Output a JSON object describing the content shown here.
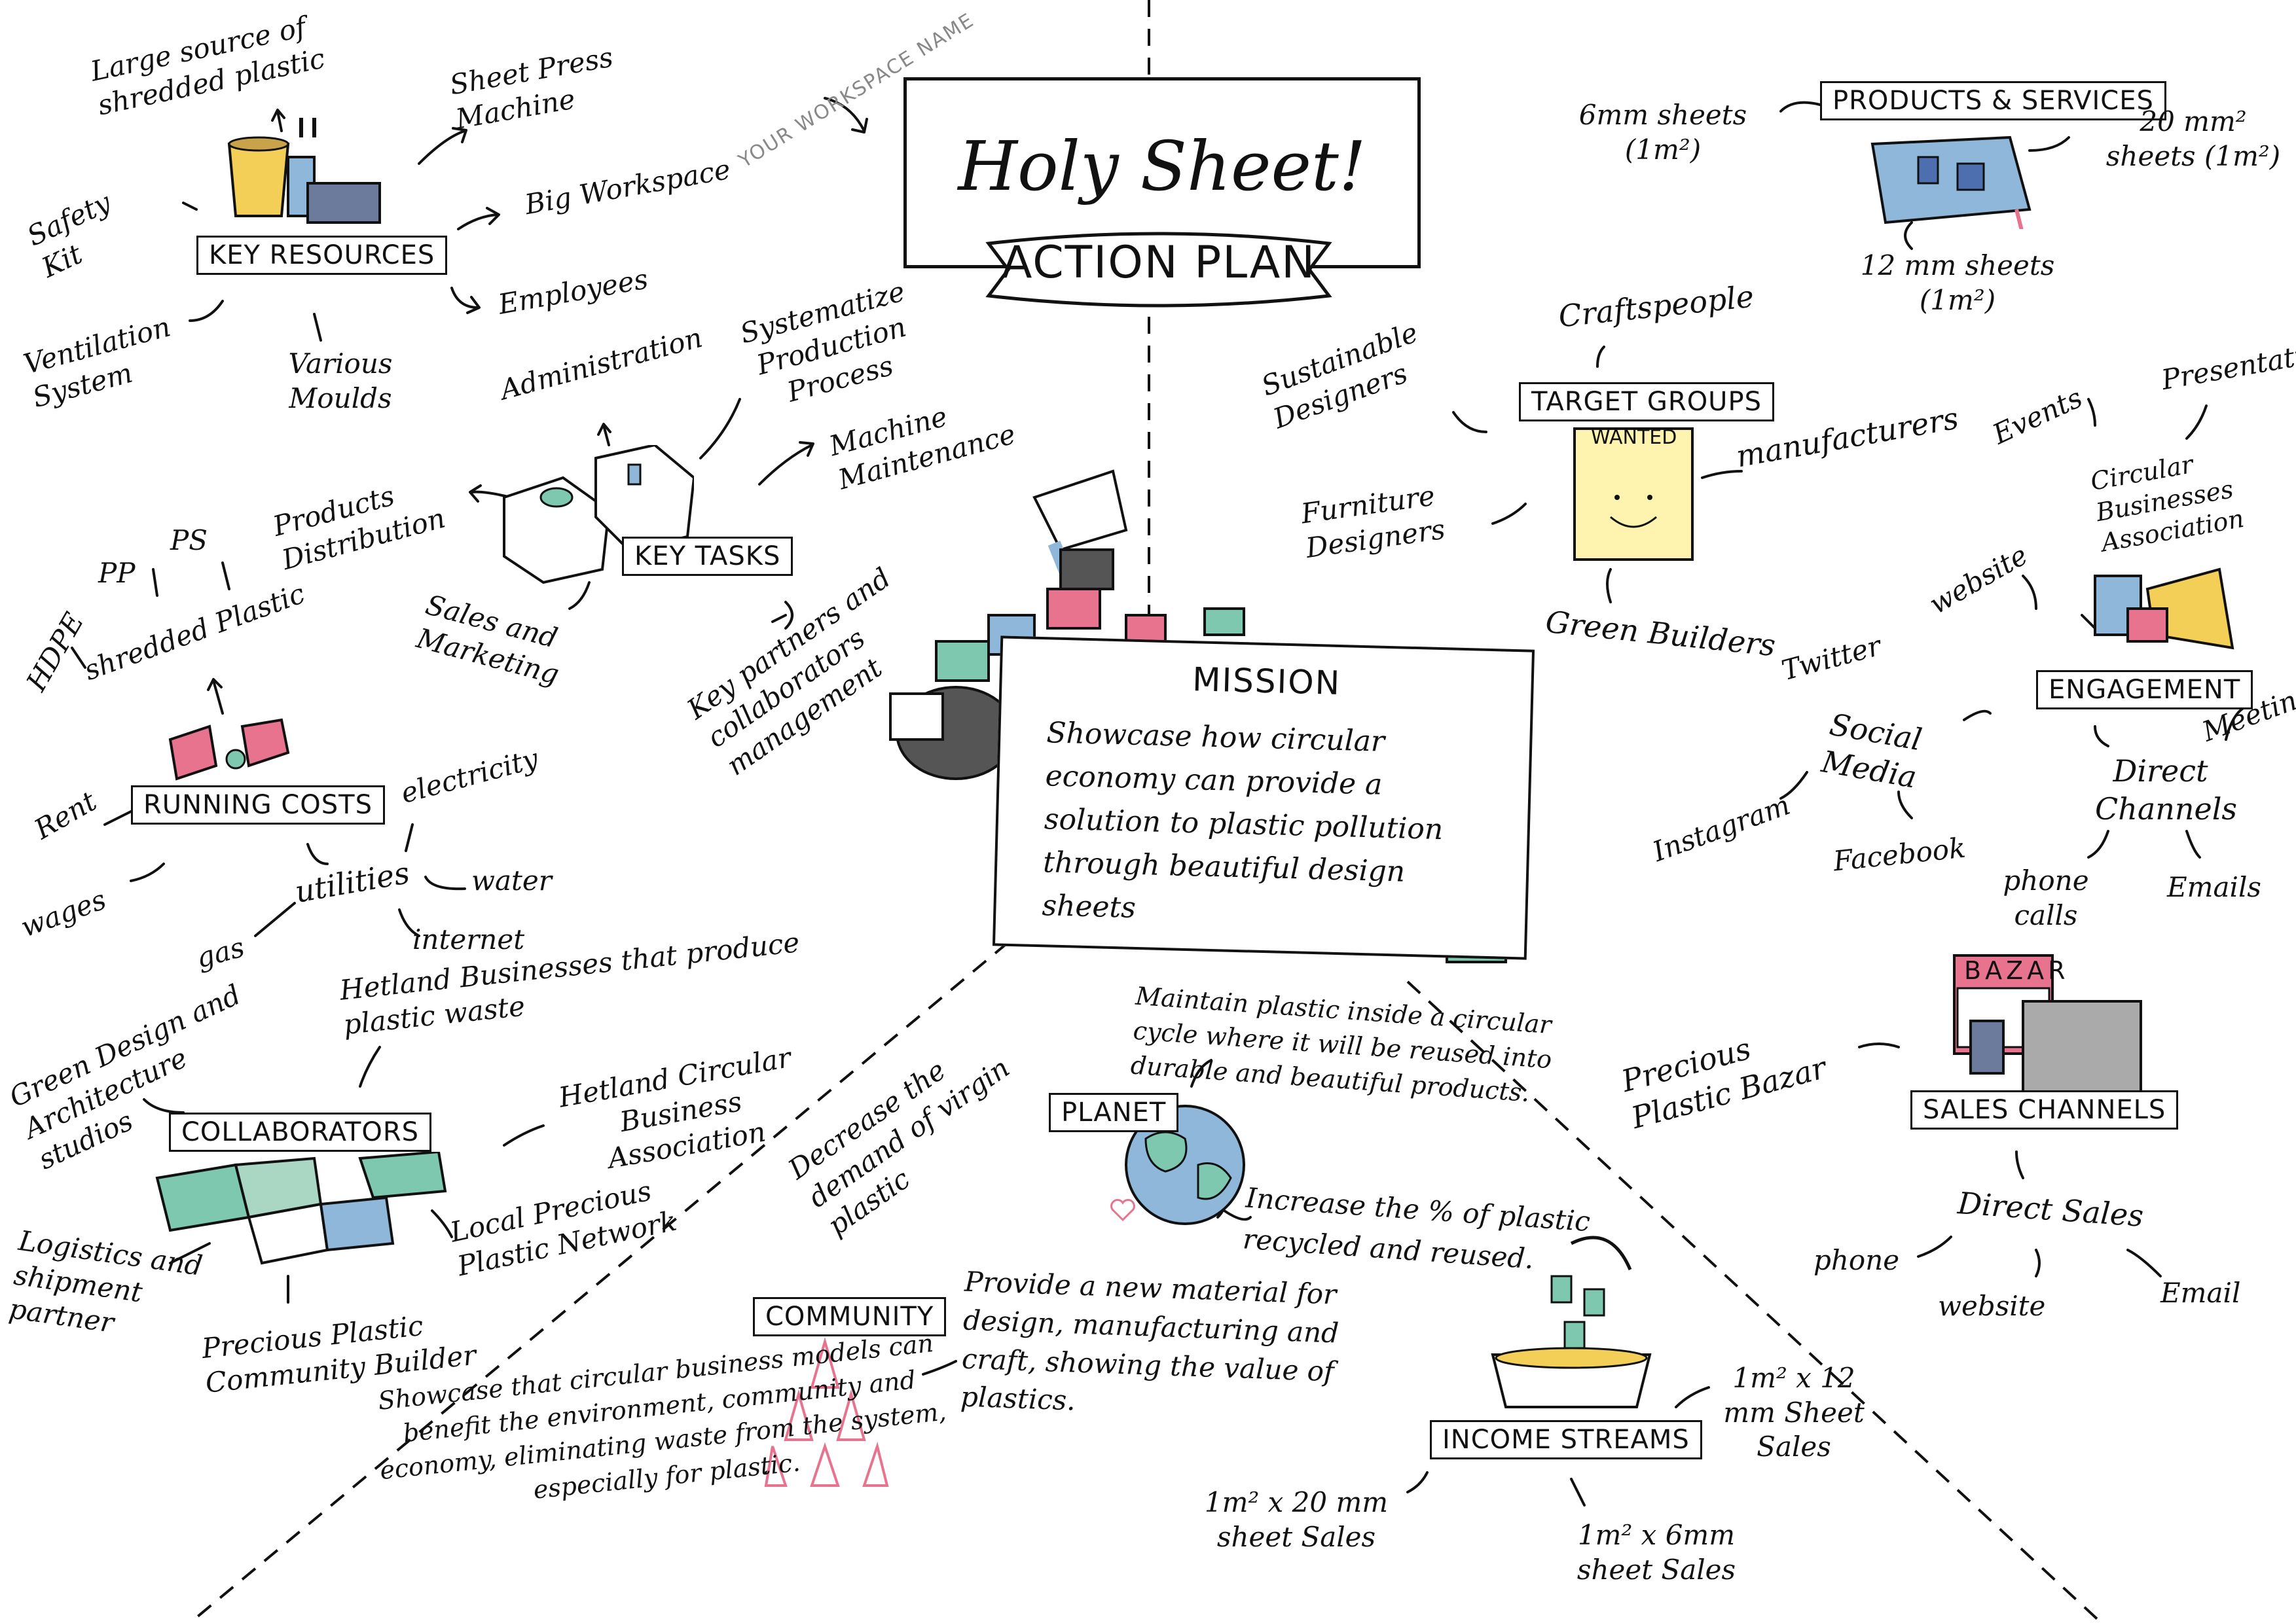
{
  "title": {
    "workspace_label": "YOUR WORKSPACE NAME",
    "main": "Holy Sheet!",
    "ribbon": "ACTION PLAN"
  },
  "mission": {
    "heading": "MISSION",
    "text": "Showcase how circular economy can provide a solution to plastic pollution through beautiful design sheets"
  },
  "key_resources": {
    "label": "KEY RESOURCES",
    "items": [
      "Large source of shredded plastic",
      "Sheet Press Machine",
      "Big Workspace",
      "Employees",
      "Safety Kit",
      "Ventilation System",
      "Various Moulds"
    ]
  },
  "key_tasks": {
    "label": "KEY TASKS",
    "items": [
      "Administration",
      "Systematize Production Process",
      "Machine Maintenance",
      "Products Distribution",
      "Sales and Marketing",
      "Key partners and collaborators management"
    ]
  },
  "running_costs": {
    "label": "RUNNING COSTS",
    "items": [
      "shredded Plastic",
      "HDPE",
      "PP",
      "PS",
      "Rent",
      "wages",
      "utilities",
      "electricity",
      "water",
      "internet",
      "gas"
    ]
  },
  "collaborators": {
    "label": "COLLABORATORS",
    "items": [
      "Hetland Businesses that produce plastic waste",
      "Green Design and Architecture studios",
      "Hetland Circular Business Association",
      "Local Precious Plastic Network",
      "Logistics and shipment partner",
      "Precious Plastic Community Builder"
    ]
  },
  "products_services": {
    "label": "PRODUCTS & SERVICES",
    "items": [
      "6mm sheets (1m²)",
      "20 mm² sheets (1m²)",
      "12 mm sheets (1m²)"
    ]
  },
  "target_groups": {
    "label": "TARGET GROUPS",
    "poster": "WANTED",
    "items": [
      "Craftspeople",
      "Sustainable Designers",
      "Furniture Designers",
      "manufacturers",
      "Green Builders"
    ]
  },
  "engagement": {
    "label": "ENGAGEMENT",
    "items": [
      "Presentations",
      "Events",
      "Circular Businesses Association",
      "website",
      "Twitter",
      "Social Media",
      "Instagram",
      "Facebook",
      "Direct Channels",
      "Meetings",
      "phone calls",
      "Emails"
    ]
  },
  "sales_channels": {
    "label": "SALES CHANNELS",
    "sign": "BAZAR",
    "items": [
      "Precious Plastic Bazar",
      "Direct Sales",
      "phone",
      "website",
      "Email"
    ]
  },
  "income_streams": {
    "label": "INCOME STREAMS",
    "items": [
      "1m² x 12 mm Sheet Sales",
      "1m² x 20 mm sheet Sales",
      "1m² x 6mm sheet Sales"
    ]
  },
  "planet": {
    "label": "PLANET",
    "items": [
      "Maintain plastic inside a circular cycle where it will be reused into durable and beautiful products.",
      "Increase the % of plastic recycled and reused.",
      "Decrease the demand of virgin plastic"
    ]
  },
  "community": {
    "label": "COMMUNITY",
    "items": [
      "Provide a new material for design, manufacturing and craft, showing the value of plastics.",
      "Showcase that circular business models can benefit the environment, community and economy, eliminating waste from the system, especially for plastic."
    ]
  },
  "colors": {
    "teal": "#7ec8b0",
    "pink": "#e8738f",
    "yellow": "#f3cf57",
    "blue": "#8fb7d9",
    "grey": "#555555",
    "paper": "#fff3b0"
  }
}
